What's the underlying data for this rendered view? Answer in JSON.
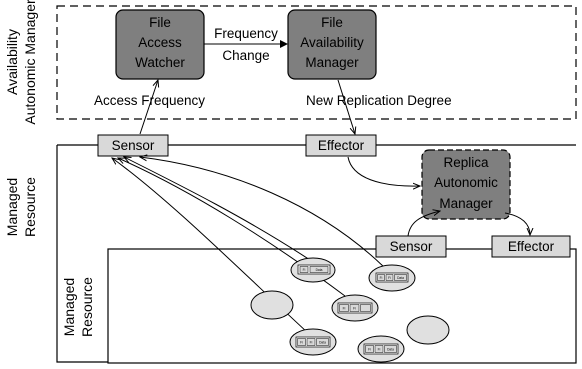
{
  "availability_manager": {
    "label_line1": "Availability",
    "label_line2": "Autonomic Manager"
  },
  "file_access_watcher": {
    "lines": [
      "File",
      "Access",
      "Watcher"
    ]
  },
  "file_availability_manager": {
    "lines": [
      "File",
      "Availability",
      "Manager"
    ]
  },
  "frequency_change": {
    "line1": "Frequency",
    "line2": "Change"
  },
  "access_frequency": "Access Frequency",
  "new_replication_degree": "New Replication Degree",
  "outer_sensor": "Sensor",
  "outer_effector": "Effector",
  "managed_resource_outer": {
    "line1": "Managed",
    "line2": "Resource"
  },
  "replica_autonomic_manager": {
    "lines": [
      "Replica",
      "Autonomic",
      "Manager"
    ]
  },
  "inner_sensor": "Sensor",
  "inner_effector": "Effector",
  "managed_resource_inner": {
    "line1": "Managed",
    "line2": "Resource"
  },
  "mini_labels": [
    "Fi",
    "Fi",
    "Data"
  ],
  "colors": {
    "dark_box": "#7f7f7f",
    "light_box": "#d9d9d9",
    "ellipse": "#e0e0e0"
  }
}
